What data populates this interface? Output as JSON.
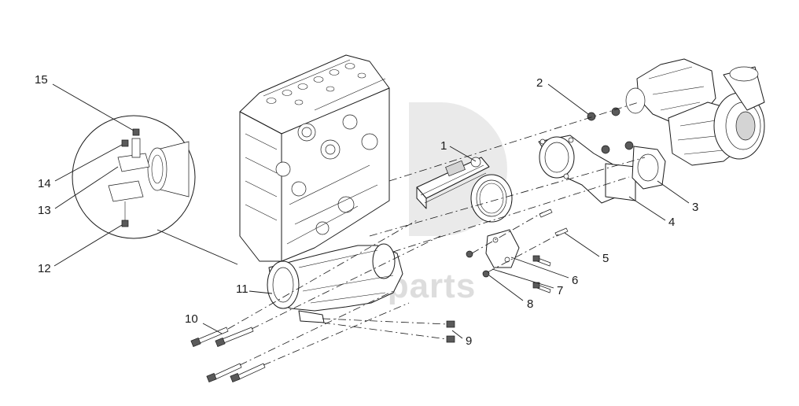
{
  "watermark": {
    "text": "data parts",
    "color": "#cfcfcf"
  },
  "callouts": [
    "1",
    "2",
    "3",
    "4",
    "5",
    "6",
    "7",
    "8",
    "9",
    "10",
    "11",
    "12",
    "13",
    "14",
    "15"
  ],
  "colors": {
    "line": "#1a1a1a",
    "background": "#ffffff",
    "shade": "#d4d4d4"
  }
}
